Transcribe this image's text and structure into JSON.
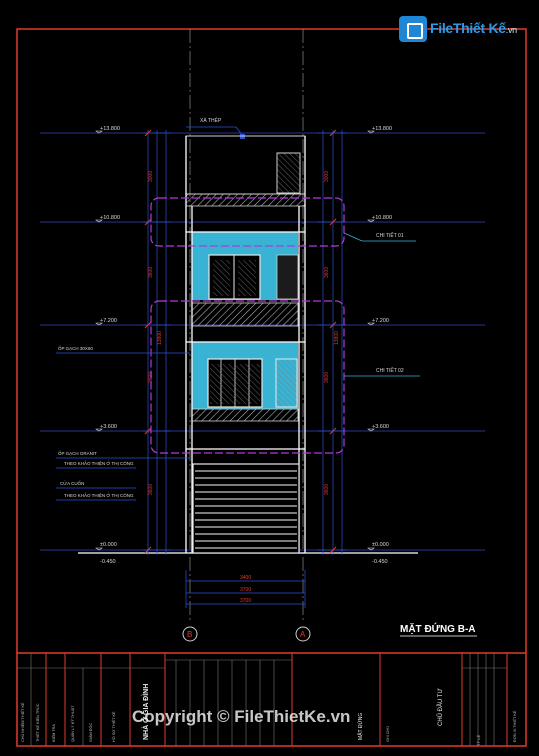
{
  "brand": {
    "logo_main": "File",
    "logo_accent": "Thiết Kế",
    "logo_suffix": ".vn"
  },
  "drawing": {
    "title": "MẶT ĐỨNG B-A",
    "top_note": "XÀ THÉP",
    "axes": [
      "B",
      "A"
    ],
    "levels": {
      "roof": "+13.800",
      "floor3": "+10.800",
      "floor2": "+7.200",
      "floor1": "+3.600",
      "ground": "±0.000",
      "base": "-0.450"
    },
    "details": {
      "detail1": "CHI TIẾT 01",
      "detail2": "CHI TIẾT 02"
    },
    "notes": {
      "tile": "ỐP GẠCH 30X60",
      "granite": "ỐP GẠCH GRANIT",
      "spec": "THEO KHẢO THIỆN Ở THỊ CÔNG",
      "door": "CỬA CUỐN",
      "spec2": "THEO KHẢO THIỆN Ở THỊ CÔNG"
    },
    "bottom_dims": {
      "inner": "3400",
      "total": "3700"
    }
  },
  "title_block": {
    "project": "NHÀ Ở GIA ĐÌNH",
    "sheet_name": "MẶT ĐỨNG",
    "owner_label": "CHỦ ĐẦU TƯ",
    "scale_label": "TỶ LỆ"
  },
  "watermark": {
    "copyright": "Copyright © FileThietKe.vn"
  },
  "colors": {
    "frame": "#e03c2a",
    "building": "#ffffff",
    "dims": "#2b52d8",
    "cyan": "#38b3d3",
    "purple": "#b23ad9",
    "hatch": "#b8b8b8",
    "notes": "#d8d8d8",
    "axis": "#a8a8a8"
  }
}
